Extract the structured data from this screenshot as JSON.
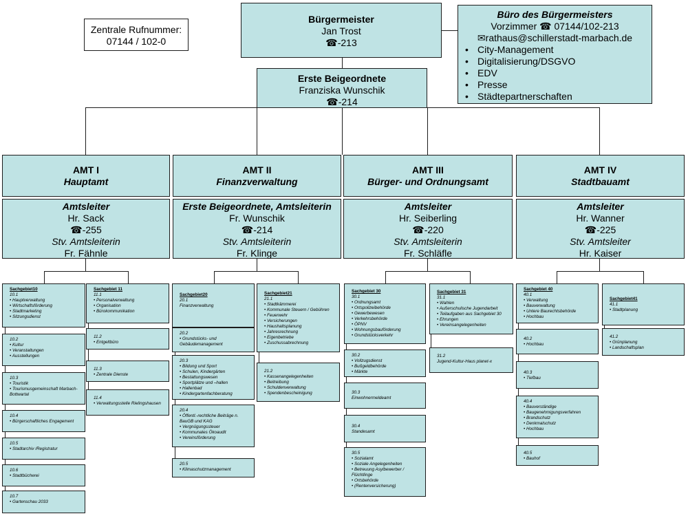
{
  "zentrale": {
    "label": "Zentrale Rufnummer:",
    "number": "07144 / 102-0"
  },
  "buergermeister": {
    "title": "Bürgermeister",
    "name": "Jan Trost",
    "phone": "☎-213"
  },
  "buero": {
    "title": "Büro des Bürgermeisters",
    "vorzimmer": "Vorzimmer ☎ 07144/102-213",
    "email": "rathaus@schillerstadt-marbach.de",
    "items": [
      "City-Management",
      "Digitalisierung/DSGVO",
      "EDV",
      "Presse",
      "Städtepartnerschaften"
    ]
  },
  "beigeordnete": {
    "title": "Erste Beigeordnete",
    "name": "Franziska Wunschik",
    "phone": "☎-214"
  },
  "aemter": [
    {
      "num": "AMT I",
      "name": "Hauptamt",
      "leiter_title": "Amtsleiter",
      "leiter": "Hr. Sack",
      "phone": "☎-255",
      "stv_title": "Stv. Amtsleiterin",
      "stv": "Fr. Fähnle"
    },
    {
      "num": "AMT II",
      "name": "Finanzverwaltung",
      "leiter_title": "Erste Beigeordnete, Amtsleiterin",
      "leiter": "Fr. Wunschik",
      "phone": "☎-214",
      "stv_title": "Stv. Amtsleiterin",
      "stv": "Fr. Klinge"
    },
    {
      "num": "AMT III",
      "name": "Bürger- und Ordnungsamt",
      "leiter_title": "Amtsleiter",
      "leiter": "Hr. Seiberling",
      "phone": "☎-220",
      "stv_title": "Stv. Amtsleiterin",
      "stv": "Fr. Schläfle"
    },
    {
      "num": "AMT IV",
      "name": "Stadtbauamt",
      "leiter_title": "Amtsleiter",
      "leiter": "Hr. Wanner",
      "phone": "☎-225",
      "stv_title": "Stv. Amtsleiter",
      "stv": "Hr. Kaiser"
    }
  ],
  "sg": {
    "s10": {
      "title": "Sachgebiet10",
      "n": "10.1",
      "items": [
        "Hauptverwaltung",
        "Wirtschaftsförderung",
        "Stadtmarketing",
        "Sitzungsdienst"
      ]
    },
    "s10_2": {
      "n": "10.2",
      "items": [
        "Kultur",
        "Veranstaltungen",
        "Ausstellungen"
      ]
    },
    "s10_3": {
      "n": "10.3",
      "items": [
        "Touristik",
        "Tourismusgemeinschaft Marbach-Bottwartal"
      ]
    },
    "s10_4": {
      "n": "10.4",
      "items": [
        "Bürgerschaftliches Engagement"
      ]
    },
    "s10_5": {
      "n": "10.5",
      "items": [
        "Stadtarchiv /Registratur"
      ]
    },
    "s10_6": {
      "n": "10.6",
      "items": [
        "Stadtbücherei"
      ]
    },
    "s10_7": {
      "n": "10.7",
      "items": [
        "Gartenschau 2033"
      ]
    },
    "s11": {
      "title": "Sachgebiet 11",
      "n": "11.1",
      "items": [
        "Personalverwaltung",
        "Organisation",
        "Bürokommunikation"
      ]
    },
    "s11_2": {
      "n": "11.2",
      "items": [
        "Entgeltbüro"
      ]
    },
    "s11_3": {
      "n": "11.3",
      "items": [
        "Zentrale Dienste"
      ]
    },
    "s11_4": {
      "n": "11.4",
      "items": [
        "Verwaltungsstelle Rielingshausen"
      ]
    },
    "s20": {
      "title": "Sachgebiet20",
      "n": "20.1",
      "items": [
        "Finanzverwaltung"
      ]
    },
    "s20_2": {
      "n": "20.2",
      "items": [
        "Grundstücks- und Gebäudemanagement"
      ]
    },
    "s20_3": {
      "n": "20.3",
      "items": [
        "Bildung und Sport",
        "Schulen, Kindergärten",
        "Bestattungswesen",
        "Sportplätze und –hallen",
        "Hallenbad",
        "Kindergartenfachberatung"
      ]
    },
    "s20_4": {
      "n": "20.4",
      "items": [
        "Öffentl.-rechtliche Beiträge n. BauGB und KAG",
        "Vergnügungssteuer",
        "Kommunales Ökoaudit",
        "Vereinsförderung"
      ]
    },
    "s20_5": {
      "n": "20.5",
      "items": [
        "Klimaschutzmanagement"
      ]
    },
    "s21": {
      "title": "Sachgebiet21",
      "n": "21.1",
      "items": [
        "Stadtkämmerei",
        "Kommunale Steuern / Gebühren",
        "Feuerwehr",
        "Versicherungen",
        "Haushaltsplanung",
        "Jahresrechnung",
        "Eigenbetriebe",
        "Zuschussabrechnung"
      ]
    },
    "s21_2": {
      "n": "21.2",
      "items": [
        "Kassenangelegenheiten",
        "Beitreibung",
        "Schuldenverwaltung",
        "Spendenbescheinigung"
      ]
    },
    "s30": {
      "title": "Sachgebiet 30",
      "n": "30.1",
      "items": [
        "Ordnungsamt",
        "Ortspolizeibehörde",
        "Gewerbewesen",
        "Verkehrsbehörde",
        "ÖPNV",
        "Wohnungsbauförderung",
        "Grundstücksverkehr"
      ]
    },
    "s30_2": {
      "n": "30.2",
      "items": [
        "Vollzugsdienst",
        "Bußgeldbehörde",
        "Märkte"
      ]
    },
    "s30_3": {
      "n": "30.3",
      "items": [
        "Einwohnermeldeamt"
      ]
    },
    "s30_4": {
      "n": "30.4",
      "items": [
        "Standesamt"
      ]
    },
    "s30_5": {
      "n": "30.5",
      "items": [
        "Sozialamt",
        "Soziale Angelegenheiten",
        "Betreuung Asylbewerber / Flüchtlinge",
        "Ortsbehörde",
        "(Rentenversicherung)"
      ]
    },
    "s31": {
      "title": "Sachgebiet 31",
      "n": "31.1",
      "items": [
        "Wahlen",
        "Außerschulische Jugendarbeit",
        "Teilaufgaben aus Sachgebiet 30",
        "Ehrungen",
        "Vereinsangelegenheiten"
      ]
    },
    "s31_2": {
      "n": "31.2",
      "items": [
        "Jugend-Kultur-Haus planet-x"
      ]
    },
    "s40": {
      "title": "Sachgebiet 40",
      "n": "40.1",
      "items": [
        "Verwaltung",
        "Bauverwaltung",
        "Untere Baurechtsbehörde",
        "Hochbau"
      ]
    },
    "s40_2": {
      "n": "40.2",
      "items": [
        "Hochbau"
      ]
    },
    "s40_3": {
      "n": "40.3",
      "items": [
        "Tiefbau"
      ]
    },
    "s40_4": {
      "n": "40.4",
      "items": [
        "Bauverständige",
        "Baugenehmigungsverfahren",
        "Brandschutz",
        "Denkmalschutz",
        "Hochbau"
      ]
    },
    "s40_5": {
      "n": "40.5",
      "items": [
        "Bauhof"
      ]
    },
    "s41": {
      "title": "Sachgebiet41",
      "n": "41.1",
      "items": [
        "Stadtplanung"
      ]
    },
    "s41_2": {
      "n": "41.2",
      "items": [
        "Grünplanung",
        "Landschaftsplan"
      ]
    }
  }
}
